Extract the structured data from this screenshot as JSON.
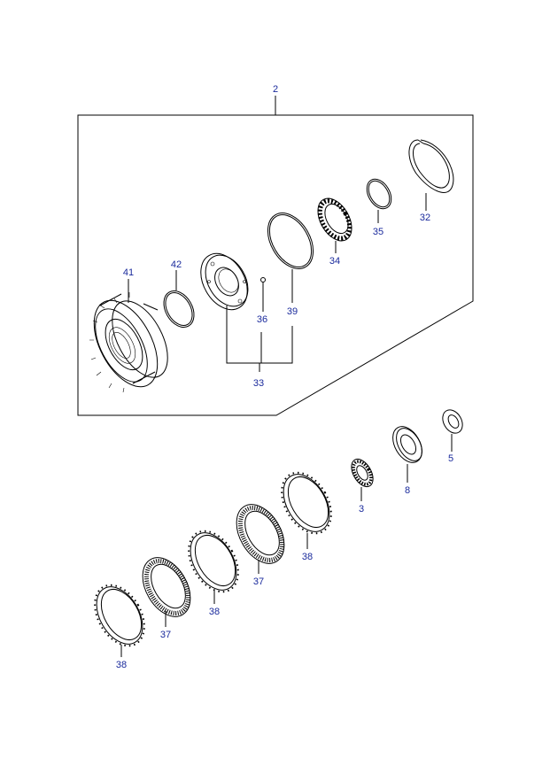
{
  "callouts": {
    "assembly": "2",
    "c41": "41",
    "c42": "42",
    "c36": "36",
    "c39": "39",
    "c33": "33",
    "c34": "34",
    "c35": "35",
    "c32": "32",
    "c5": "5",
    "c8": "8",
    "c3": "3",
    "c38a": "38",
    "c37a": "37",
    "c38b": "38",
    "c37b": "37",
    "c38c": "38"
  },
  "colors": {
    "callout_text": "#1a2a9c",
    "linework": "#000000",
    "background": "#ffffff"
  }
}
